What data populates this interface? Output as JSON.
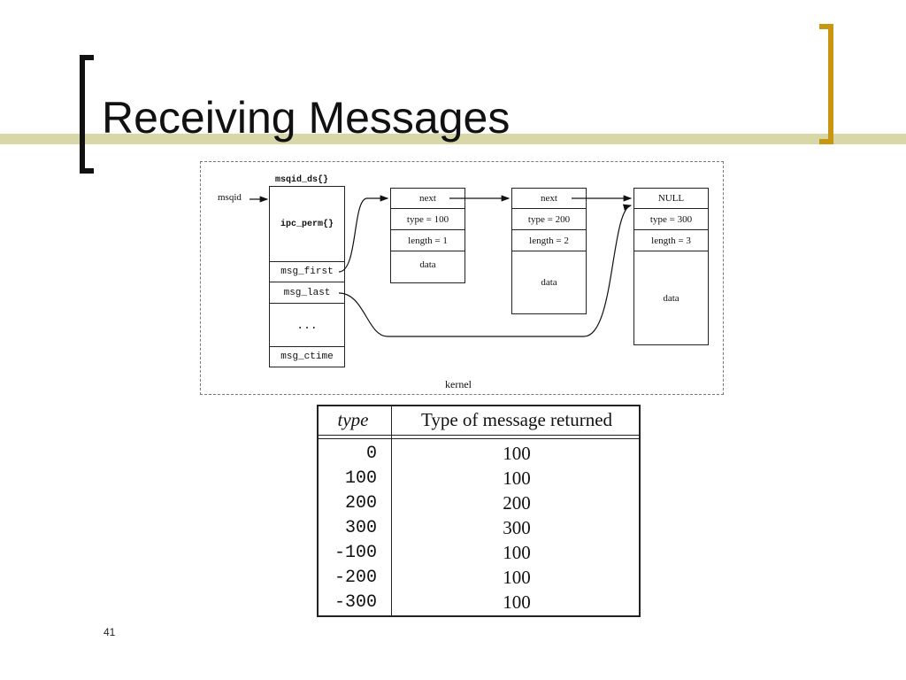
{
  "slide": {
    "title": "Receiving Messages",
    "number": "41"
  },
  "diagram": {
    "msqid_label": "msqid",
    "kernel_label": "kernel",
    "msqid_ds": {
      "header": "msqid_ds{}",
      "ipc_perm": "ipc_perm{}",
      "msg_first": "msg_first",
      "msg_last": "msg_last",
      "ellipsis": "...",
      "msg_ctime": "msg_ctime"
    },
    "messages": [
      {
        "next": "next",
        "type": "type = 100",
        "length": "length = 1",
        "data": "data"
      },
      {
        "next": "next",
        "type": "type = 200",
        "length": "length = 2",
        "data": "data"
      },
      {
        "next": "NULL",
        "type": "type = 300",
        "length": "length = 3",
        "data": "data"
      }
    ]
  },
  "table": {
    "headers": {
      "type": "type",
      "returned": "Type of message returned"
    },
    "rows": [
      {
        "type": "0",
        "returned": "100"
      },
      {
        "type": "100",
        "returned": "100"
      },
      {
        "type": "200",
        "returned": "200"
      },
      {
        "type": "300",
        "returned": "300"
      },
      {
        "type": "-100",
        "returned": "100"
      },
      {
        "type": "-200",
        "returned": "100"
      },
      {
        "type": "-300",
        "returned": "100"
      }
    ]
  },
  "colors": {
    "title_bar": "#d7d7a8",
    "left_bracket": "#111111",
    "right_bracket": "#c99612"
  }
}
